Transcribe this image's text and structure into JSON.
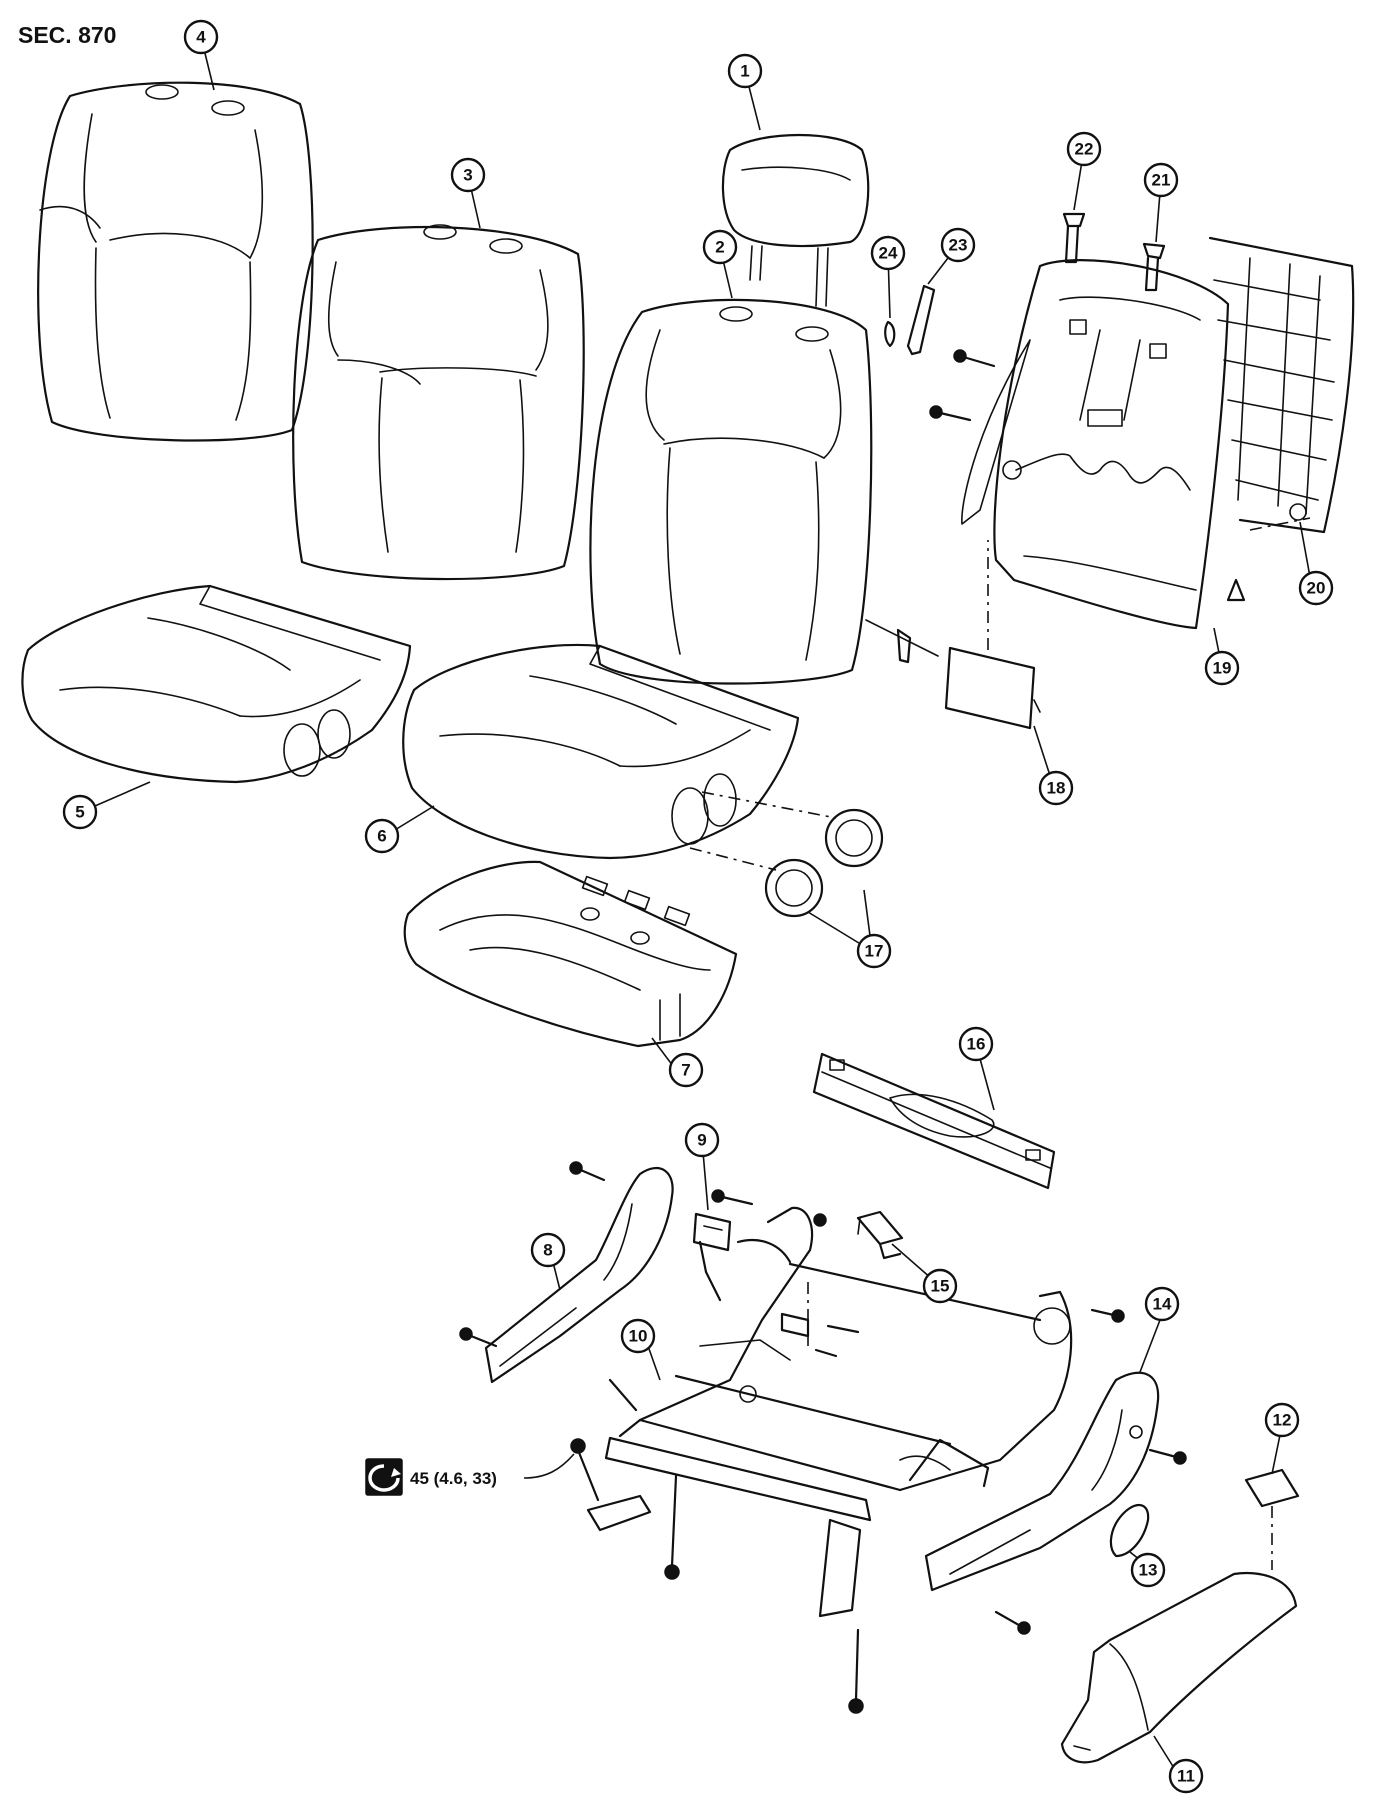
{
  "section": {
    "title": "SEC. 870"
  },
  "torque": {
    "label": "45 (4.6, 33)"
  },
  "callouts": [
    "1",
    "2",
    "3",
    "4",
    "5",
    "6",
    "7",
    "8",
    "9",
    "10",
    "11",
    "12",
    "13",
    "14",
    "15",
    "16",
    "17",
    "18",
    "19",
    "20",
    "21",
    "22",
    "23",
    "24"
  ],
  "colors": {
    "line": "#111111",
    "background": "#ffffff"
  },
  "icons": {
    "torque": "tightening-torque-icon"
  }
}
